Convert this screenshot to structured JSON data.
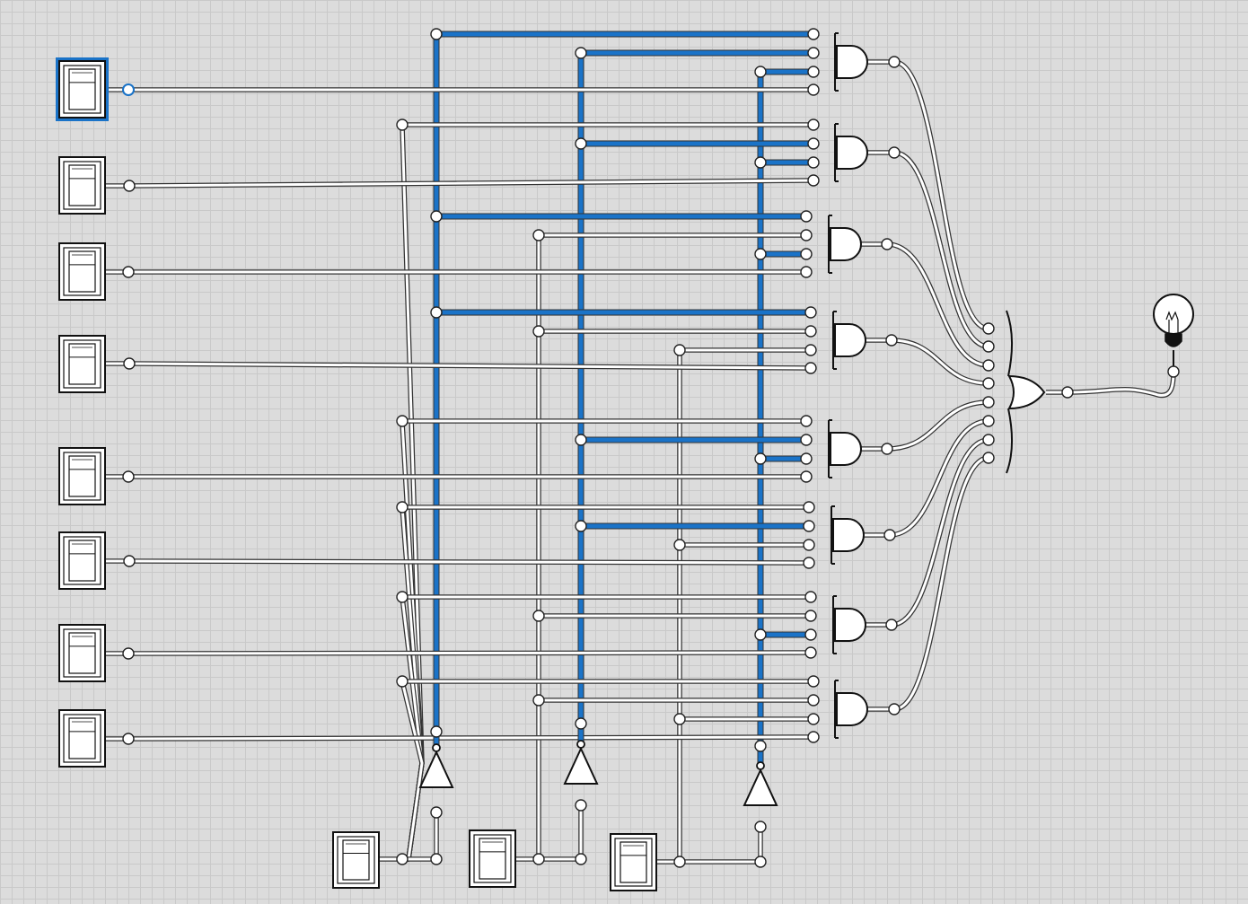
{
  "diagram": {
    "kind": "logic-circuit",
    "input_switches": {
      "count": 8,
      "selected_index": 0
    },
    "select_switches": {
      "count": 3
    },
    "not_gates": {
      "count": 3
    },
    "and_gates": {
      "count": 8,
      "inputs_each": 4
    },
    "or_gate": {
      "inputs": 8
    },
    "output_bulb": {
      "state": "off"
    },
    "colors": {
      "background": "#dcdcdc",
      "grid": "#c9c9c9",
      "active_wire": "#1a73c8",
      "inactive_wire": "#ffffff",
      "outline": "#111111",
      "selection": "#1a73c8"
    }
  }
}
